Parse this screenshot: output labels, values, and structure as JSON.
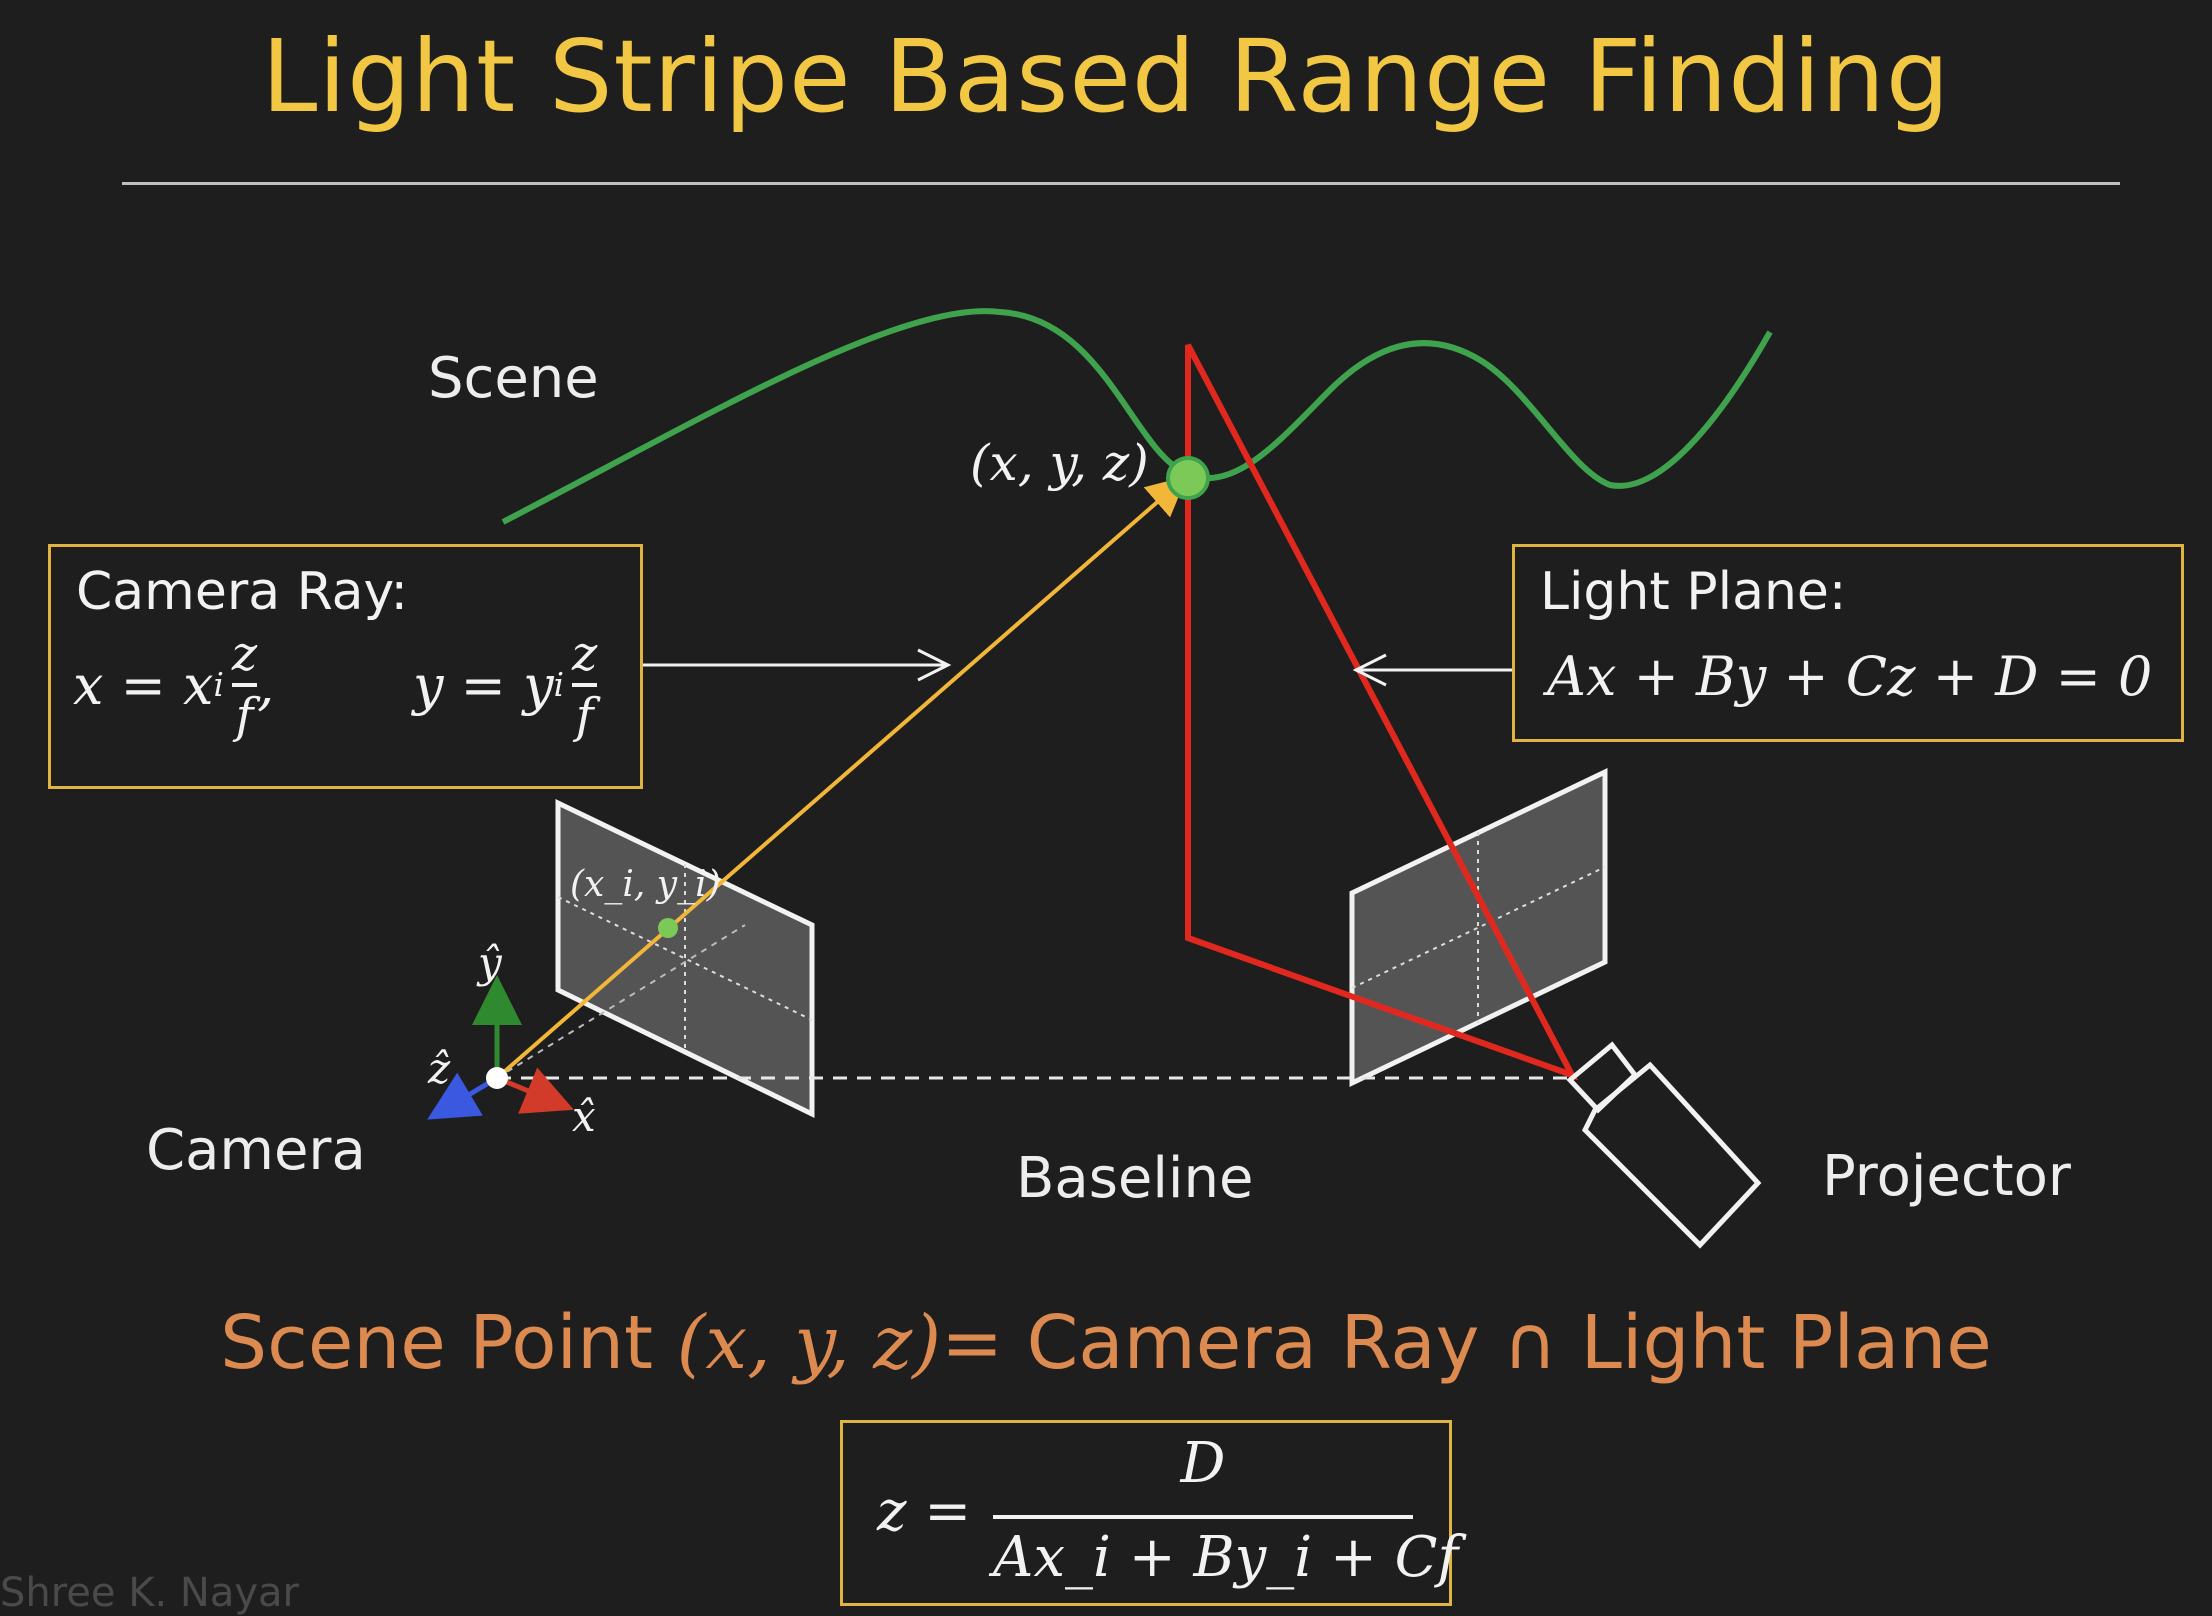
{
  "title": "Light Stripe Based Range Finding",
  "labels": {
    "scene": "Scene",
    "camera": "Camera",
    "baseline": "Baseline",
    "projector": "Projector",
    "scene_point": "(x, y, z)",
    "image_point": "(x_i, y_i)",
    "axis_x": "x̂",
    "axis_y": "ŷ",
    "axis_z": "ẑ"
  },
  "camera_ray_box": {
    "heading": "Camera Ray:",
    "eq_x_lhs": "x = x",
    "eq_x_sub": "i",
    "eq_y_lhs": "y = y",
    "eq_y_sub": "i",
    "frac_num": "z",
    "frac_den": "f"
  },
  "light_plane_box": {
    "heading": "Light Plane:",
    "equation": "Ax + By + Cz + D = 0"
  },
  "bottom": {
    "statement_prefix": "Scene Point",
    "statement_math": "(x, y, z)",
    "statement_suffix": "= Camera Ray ∩ Light Plane",
    "formula_lhs": "z =",
    "formula_num": "D",
    "formula_den": "Ax_i + By_i + Cf"
  },
  "watermark": "Shree K. Nayar",
  "colors": {
    "title": "#f2c744",
    "scene_curve": "#3fa34d",
    "camera_ray": "#f2b638",
    "light_plane": "#e0281f",
    "box_border": "#e0b443",
    "bottom_text": "#dc8a50",
    "axis_x": "#d23a2a",
    "axis_y": "#2f8a2f",
    "axis_z": "#3a58e0"
  }
}
